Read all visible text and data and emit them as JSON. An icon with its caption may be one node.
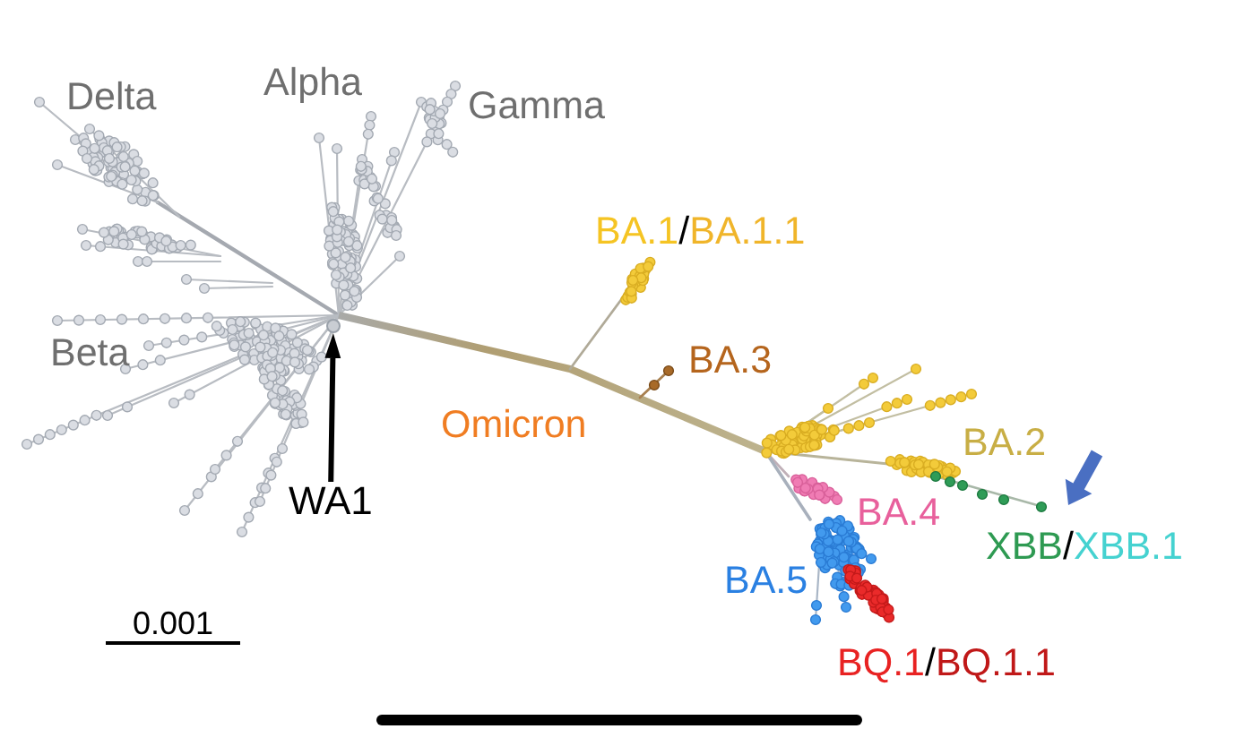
{
  "diagram": {
    "nodes": [
      {
        "text": [],
        "shape": "circle"
      },
      {
        "text": [
          "WA1"
        ]
      }
    ],
    "edges": [
      {
        "from": 1,
        "to": 0,
        "arrow": "to"
      }
    ],
    "labels": [
      "Delta",
      "Alpha",
      "Gamma",
      "BA.1",
      "/",
      "BA.1.1",
      "Beta",
      "BA.3",
      "Omicron",
      "BA.2",
      "BA.4",
      "XBB",
      "/",
      "XBB.1",
      "BA.5",
      "0.001",
      "BQ.1",
      "/",
      "BQ.1.1"
    ]
  }
}
